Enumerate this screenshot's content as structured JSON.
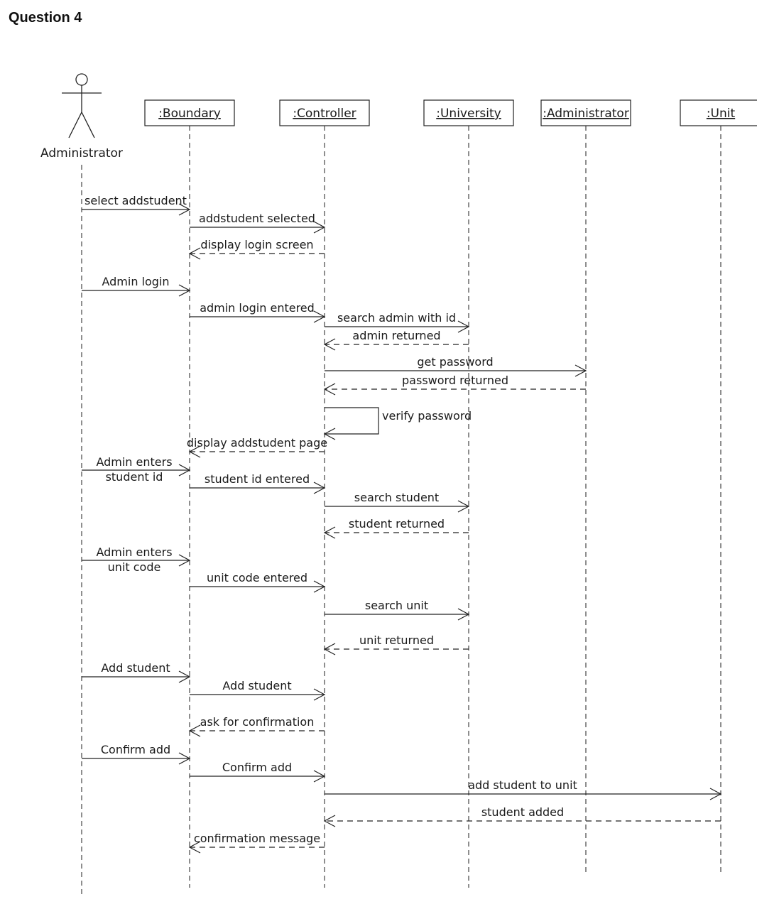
{
  "heading": "Question 4",
  "actor": {
    "name": "Administrator"
  },
  "objects": [
    ":Boundary",
    ":Controller",
    ":University",
    ":Administrator",
    ":Unit"
  ],
  "messages": [
    {
      "from": "actor",
      "to": ":Boundary",
      "label": "select addstudent",
      "kind": "call"
    },
    {
      "from": ":Boundary",
      "to": ":Controller",
      "label": "addstudent selected",
      "kind": "call"
    },
    {
      "from": ":Controller",
      "to": ":Boundary",
      "label": "display login screen",
      "kind": "return"
    },
    {
      "from": "actor",
      "to": ":Boundary",
      "label": "Admin login",
      "kind": "call"
    },
    {
      "from": ":Boundary",
      "to": ":Controller",
      "label": "admin login entered",
      "kind": "call"
    },
    {
      "from": ":Controller",
      "to": ":University",
      "label": "search admin with id",
      "kind": "call"
    },
    {
      "from": ":University",
      "to": ":Controller",
      "label": "admin returned",
      "kind": "return"
    },
    {
      "from": ":Controller",
      "to": ":Administrator",
      "label": "get password",
      "kind": "call"
    },
    {
      "from": ":Administrator",
      "to": ":Controller",
      "label": "password returned",
      "kind": "return"
    },
    {
      "from": ":Controller",
      "to": ":Controller",
      "label": "verify password",
      "kind": "self"
    },
    {
      "from": ":Controller",
      "to": ":Boundary",
      "label": "display addstudent page",
      "kind": "return"
    },
    {
      "from": "actor",
      "to": ":Boundary",
      "label": "Admin enters\nstudent id",
      "kind": "call"
    },
    {
      "from": ":Boundary",
      "to": ":Controller",
      "label": "student id entered",
      "kind": "call"
    },
    {
      "from": ":Controller",
      "to": ":University",
      "label": "search student",
      "kind": "call"
    },
    {
      "from": ":University",
      "to": ":Controller",
      "label": "student returned",
      "kind": "return"
    },
    {
      "from": "actor",
      "to": ":Boundary",
      "label": "Admin enters\nunit code",
      "kind": "call"
    },
    {
      "from": ":Boundary",
      "to": ":Controller",
      "label": "unit code entered",
      "kind": "call"
    },
    {
      "from": ":Controller",
      "to": ":University",
      "label": "search unit",
      "kind": "call"
    },
    {
      "from": ":University",
      "to": ":Controller",
      "label": "unit returned",
      "kind": "return"
    },
    {
      "from": "actor",
      "to": ":Boundary",
      "label": "Add student",
      "kind": "call"
    },
    {
      "from": ":Boundary",
      "to": ":Controller",
      "label": "Add student",
      "kind": "call"
    },
    {
      "from": ":Controller",
      "to": ":Boundary",
      "label": "ask for confirmation",
      "kind": "return"
    },
    {
      "from": "actor",
      "to": ":Boundary",
      "label": "Confirm add",
      "kind": "call"
    },
    {
      "from": ":Boundary",
      "to": ":Controller",
      "label": "Confirm add",
      "kind": "call"
    },
    {
      "from": ":Controller",
      "to": ":Unit",
      "label": "add student to unit",
      "kind": "call"
    },
    {
      "from": ":Unit",
      "to": ":Controller",
      "label": "student added",
      "kind": "return"
    },
    {
      "from": ":Controller",
      "to": ":Boundary",
      "label": "confirmation message",
      "kind": "return"
    }
  ]
}
